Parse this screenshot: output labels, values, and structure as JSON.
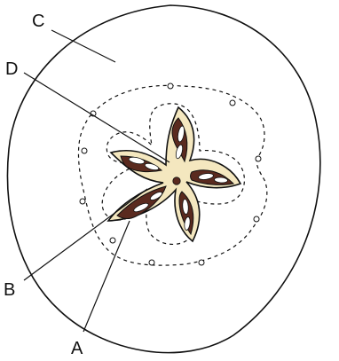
{
  "diagram": {
    "labels": {
      "a": "A",
      "b": "B",
      "c": "C",
      "d": "D"
    },
    "colors": {
      "outline": "#111111",
      "core": "#f4e7bf",
      "seed_chamber": "#5a2a1f",
      "seed": "#ffffff",
      "center_dot": "#5a2a1f"
    }
  }
}
